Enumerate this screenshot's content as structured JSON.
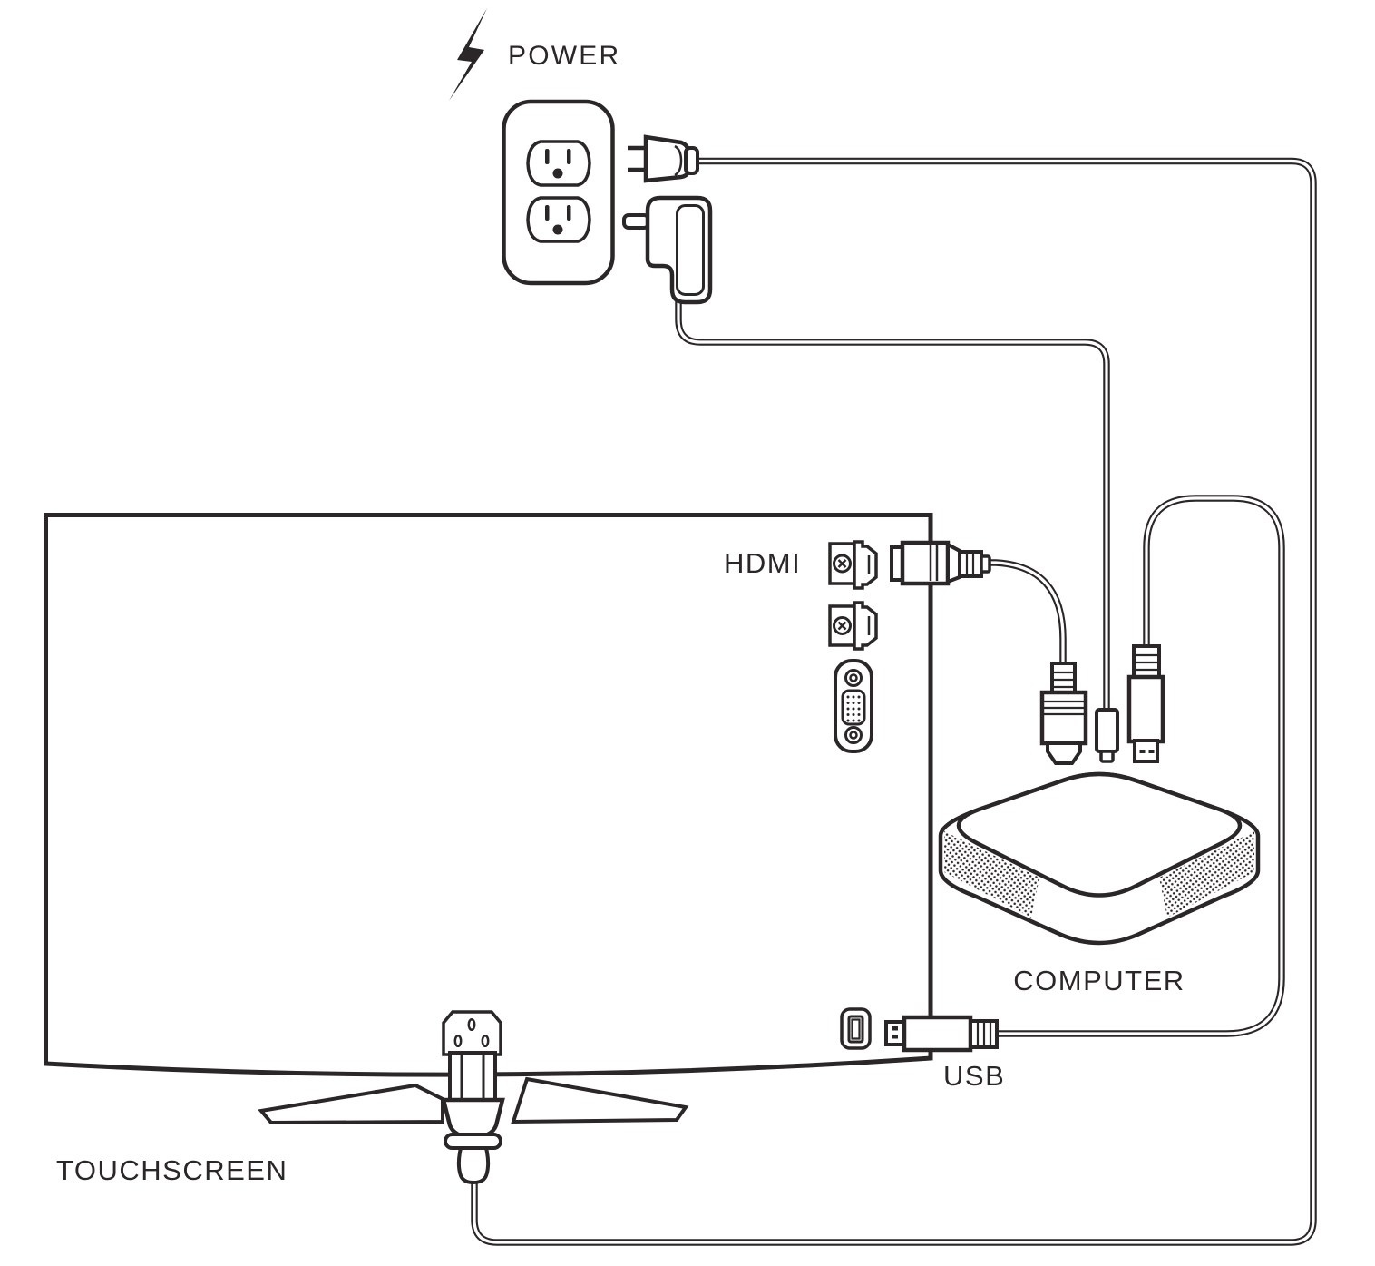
{
  "labels": {
    "power": "POWER",
    "hdmi": "HDMI",
    "usb": "USB",
    "computer": "COMPUTER",
    "touchscreen": "TOUCHSCREEN"
  },
  "colors": {
    "line": "#2B2627",
    "background": "#FFFFFF"
  },
  "icons": {
    "power": "lightning-bolt-icon",
    "outlet": "wall-outlet-icon",
    "plug": "two-prong-plug-icon",
    "adapter": "power-adapter-icon",
    "hdmi_port": "hdmi-port-icon",
    "vga_port": "vga-port-icon",
    "usb_port": "usb-port-icon",
    "computer": "mini-computer-icon",
    "touchscreen": "display-back-icon"
  }
}
